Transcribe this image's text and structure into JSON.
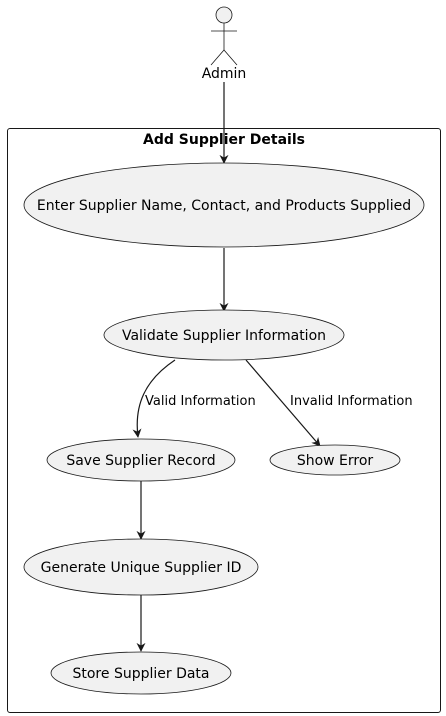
{
  "actor": {
    "name": "Admin"
  },
  "boundary": {
    "title": "Add Supplier Details"
  },
  "use_cases": {
    "enter_details": "Enter Supplier Name, Contact, and Products Supplied",
    "validate": "Validate Supplier Information",
    "save_record": "Save Supplier Record",
    "show_error": "Show Error",
    "generate_id": "Generate Unique Supplier ID",
    "store_data": "Store Supplier Data"
  },
  "edge_labels": {
    "valid": "Valid Information",
    "invalid": "Invalid Information"
  },
  "colors": {
    "usecase_fill": "#f1f1f1",
    "line": "#181818",
    "background": "#ffffff"
  }
}
